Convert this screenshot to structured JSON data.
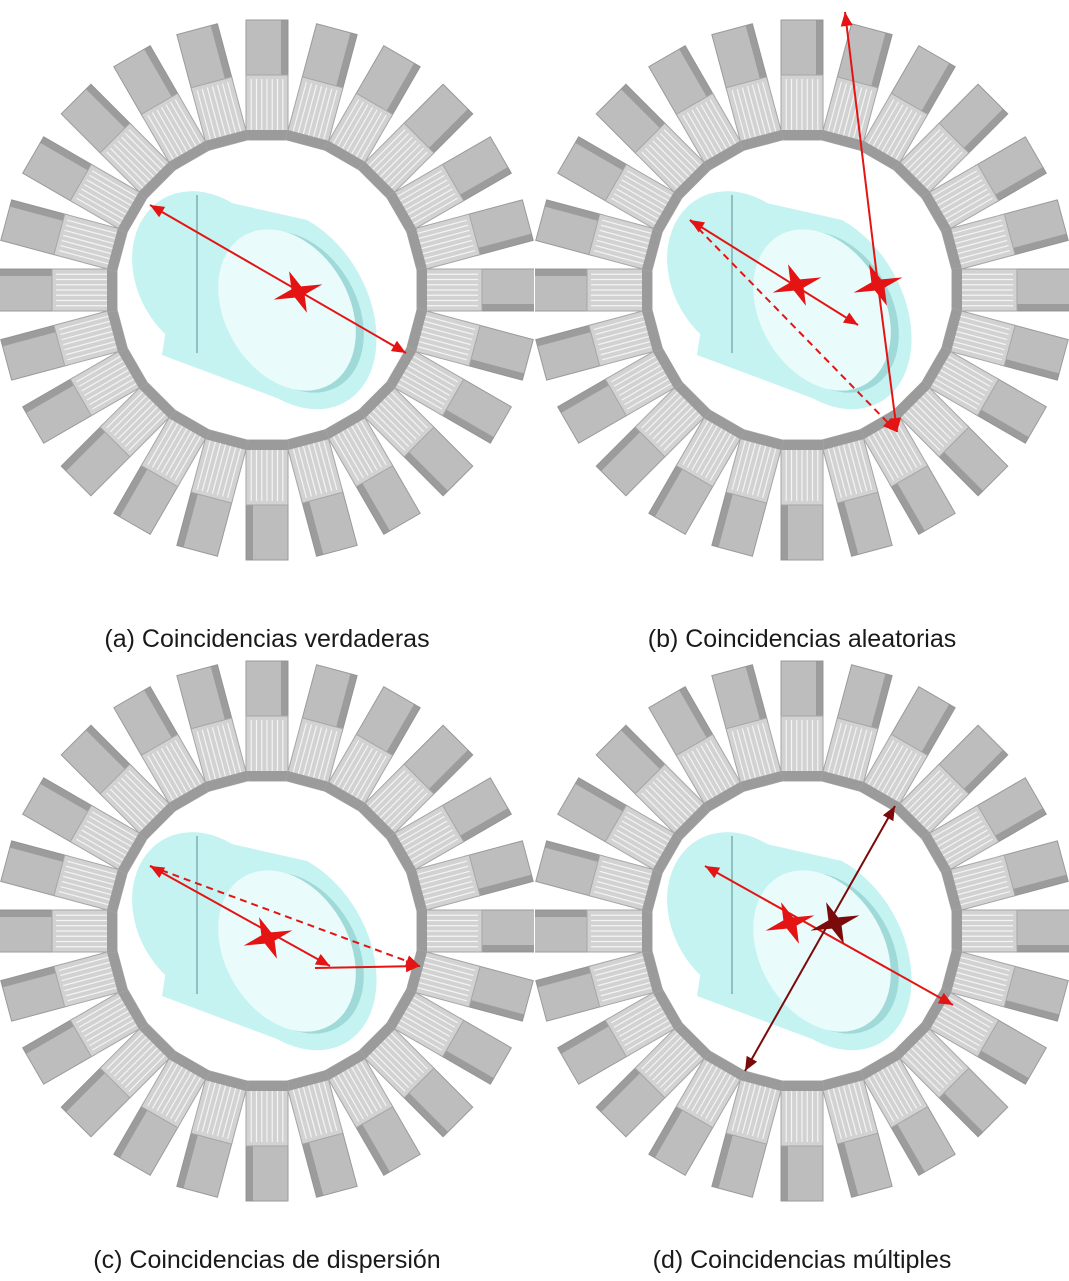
{
  "figure": {
    "panels": [
      {
        "id": "a",
        "caption": "(a) Coincidencias verdaderas"
      },
      {
        "id": "b",
        "caption": "(b) Coincidencias aleatorias"
      },
      {
        "id": "c",
        "caption": "(c) Coincidencias de dispersión"
      },
      {
        "id": "d",
        "caption": "(d) Coincidencias múltiples"
      }
    ]
  },
  "colors": {
    "detector_top": "#bdbdbd",
    "detector_side": "#8e8e8e",
    "detector_face": "#d2d2d2",
    "phantom": "#c4f3f2",
    "phantom_end": "#e9fbfb",
    "phantom_shadow": "#9fd9d8",
    "event_red": "#e41414",
    "event_dark": "#7b0b0b"
  },
  "icons": [
    "detector-block-icon",
    "annihilation-star-icon",
    "gamma-arrow-icon"
  ]
}
